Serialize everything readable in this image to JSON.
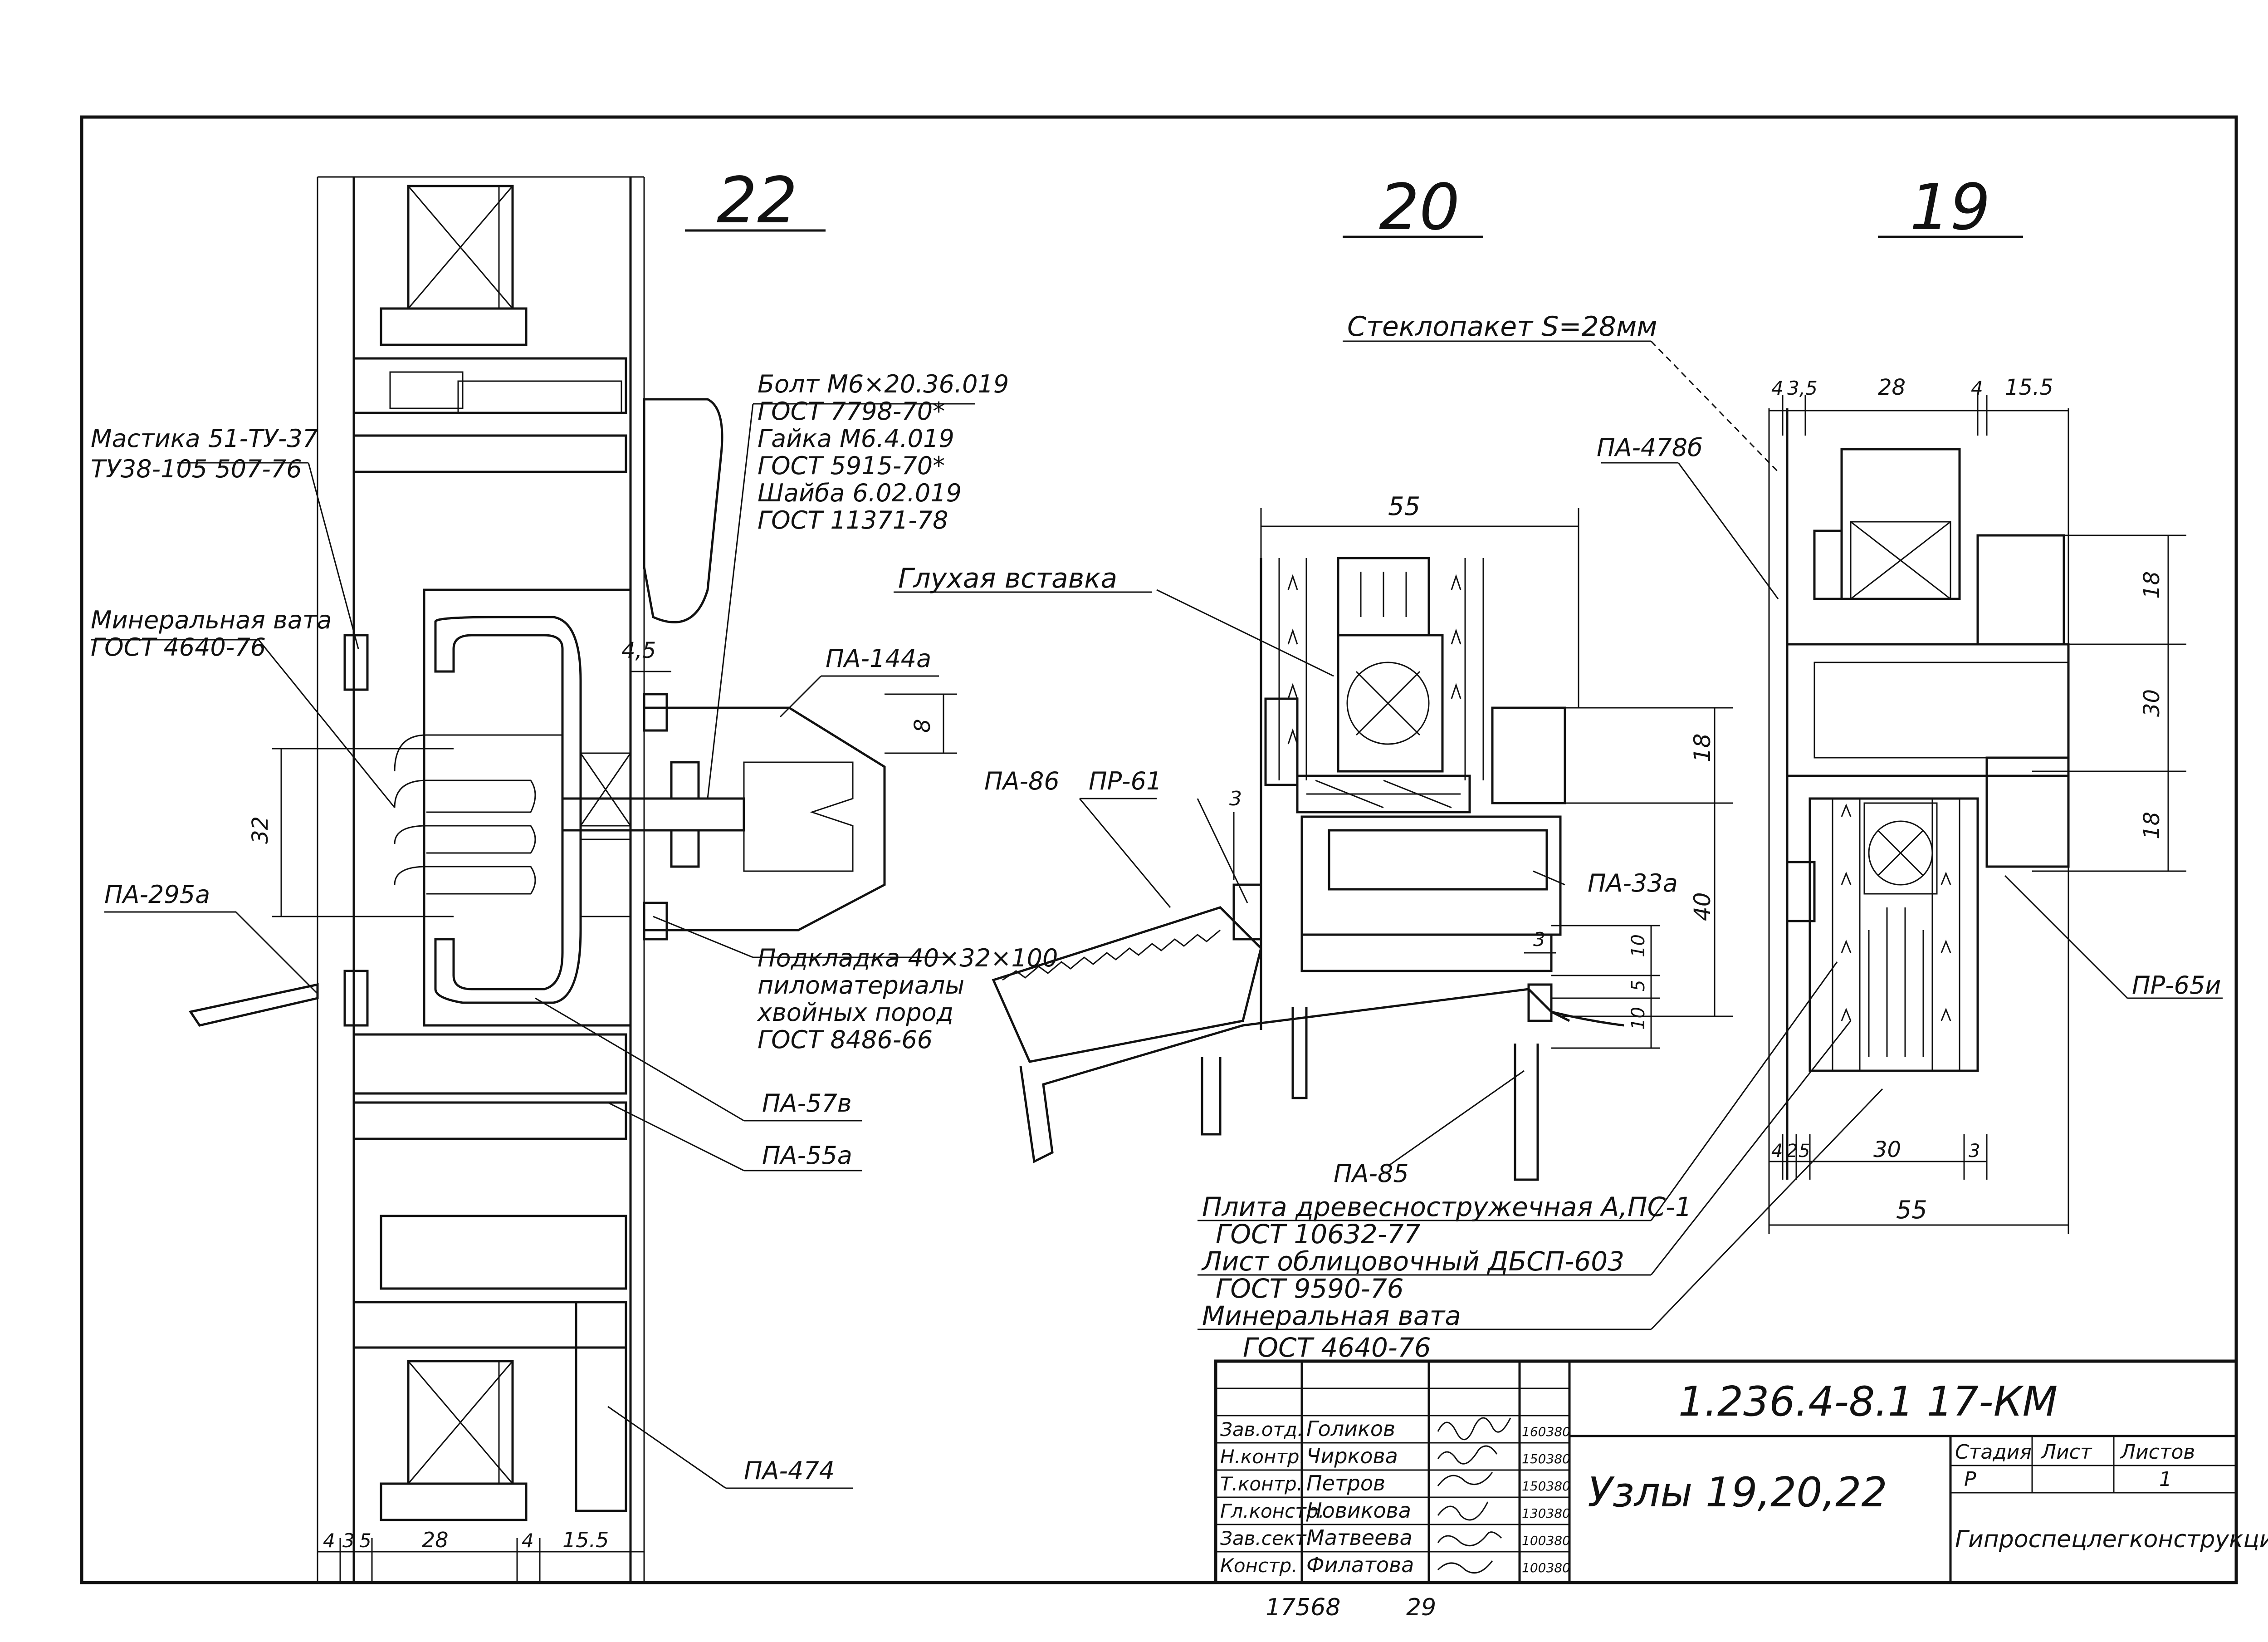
{
  "sheet": {
    "node_numbers": [
      "22",
      "20",
      "19"
    ],
    "footer_left": "17568",
    "footer_right": "29"
  },
  "node22": {
    "labels": {
      "mastika": "Мастика 51-ТУ-37",
      "tu": "ТУ38-105 507-76",
      "minvata": "Минеральная вата",
      "minvata_gost": "ГОСТ 4640-76",
      "bolt": "Болт М6×20.36.019",
      "bolt_gost": "ГОСТ 7798-70*",
      "gaika": "Гайка М6.4.019",
      "gaika_gost": "ГОСТ 5915-70*",
      "shaiba": "Шайба 6.02.019",
      "shaiba_gost": "ГОСТ 11371-78",
      "pa144a": "ПА-144а",
      "pa295a": "ПА-295а",
      "podkladka": "Подкладка 40×32×100",
      "pilomat": "пиломатериалы",
      "hvoinyh": "хвойных пород",
      "podkladka_gost": "ГОСТ 8486-66",
      "pa57v": "ПА-57в",
      "pa55a": "ПА-55а",
      "pa474": "ПА-474"
    },
    "dims": {
      "d4_5": "4,5",
      "d8": "8",
      "d32": "32",
      "bottom": [
        "4",
        "3",
        "5",
        "28",
        "4",
        "15.5"
      ]
    }
  },
  "node20": {
    "labels": {
      "steklopaket": "Стеклопакет S=28мм",
      "gluhaya": "Глухая вставка",
      "pa86": "ПА-86",
      "pr61": "ПР-61",
      "pa33a": "ПА-33а",
      "pa85": "ПА-85",
      "plita": "Плита древесностружечная А,ПС-1",
      "plita_gost": "ГОСТ 10632-77",
      "list": "Лист облицовочный ДБСП-603",
      "list_gost": "ГОСТ 9590-76",
      "minvata": "Минеральная вата",
      "minvata_gost": "ГОСТ 4640-76"
    },
    "dims": {
      "d55": "55",
      "d3": "3",
      "d18": "18",
      "d40": "40",
      "d3b": "3",
      "d10a": "10",
      "d5": "5",
      "d10b": "10"
    }
  },
  "node19": {
    "labels": {
      "pa478b": "ПА-478б",
      "pr65u": "ПР-65и"
    },
    "dims": {
      "top": [
        "4",
        "3,5",
        "28",
        "4",
        "15.5"
      ],
      "right": [
        "18",
        "30",
        "18"
      ],
      "bottom": [
        "4",
        "2",
        "5",
        "30",
        "3"
      ],
      "width": "55"
    }
  },
  "title_block": {
    "code": "1.236.4-8.1  17-КМ",
    "title": "Узлы 19,20,22",
    "stage_header": "Стадия",
    "sheet_header": "Лист",
    "sheets_header": "Листов",
    "stage": "Р",
    "sheet": "",
    "sheets": "1",
    "org": "Гипроспецлегконструкция",
    "rows": [
      {
        "role": "Зав.отд.",
        "name": "Голиков",
        "date": "160380"
      },
      {
        "role": "Н.контр.",
        "name": "Чиркова",
        "date": "150380"
      },
      {
        "role": "Т.контр.",
        "name": "Петров",
        "date": "150380"
      },
      {
        "role": "Гл.констр.",
        "name": "Новикова",
        "date": "130380"
      },
      {
        "role": "Зав.сект.",
        "name": "Матвеева",
        "date": "100380"
      },
      {
        "role": "Констр.",
        "name": "Филатова",
        "date": "100380"
      }
    ]
  }
}
